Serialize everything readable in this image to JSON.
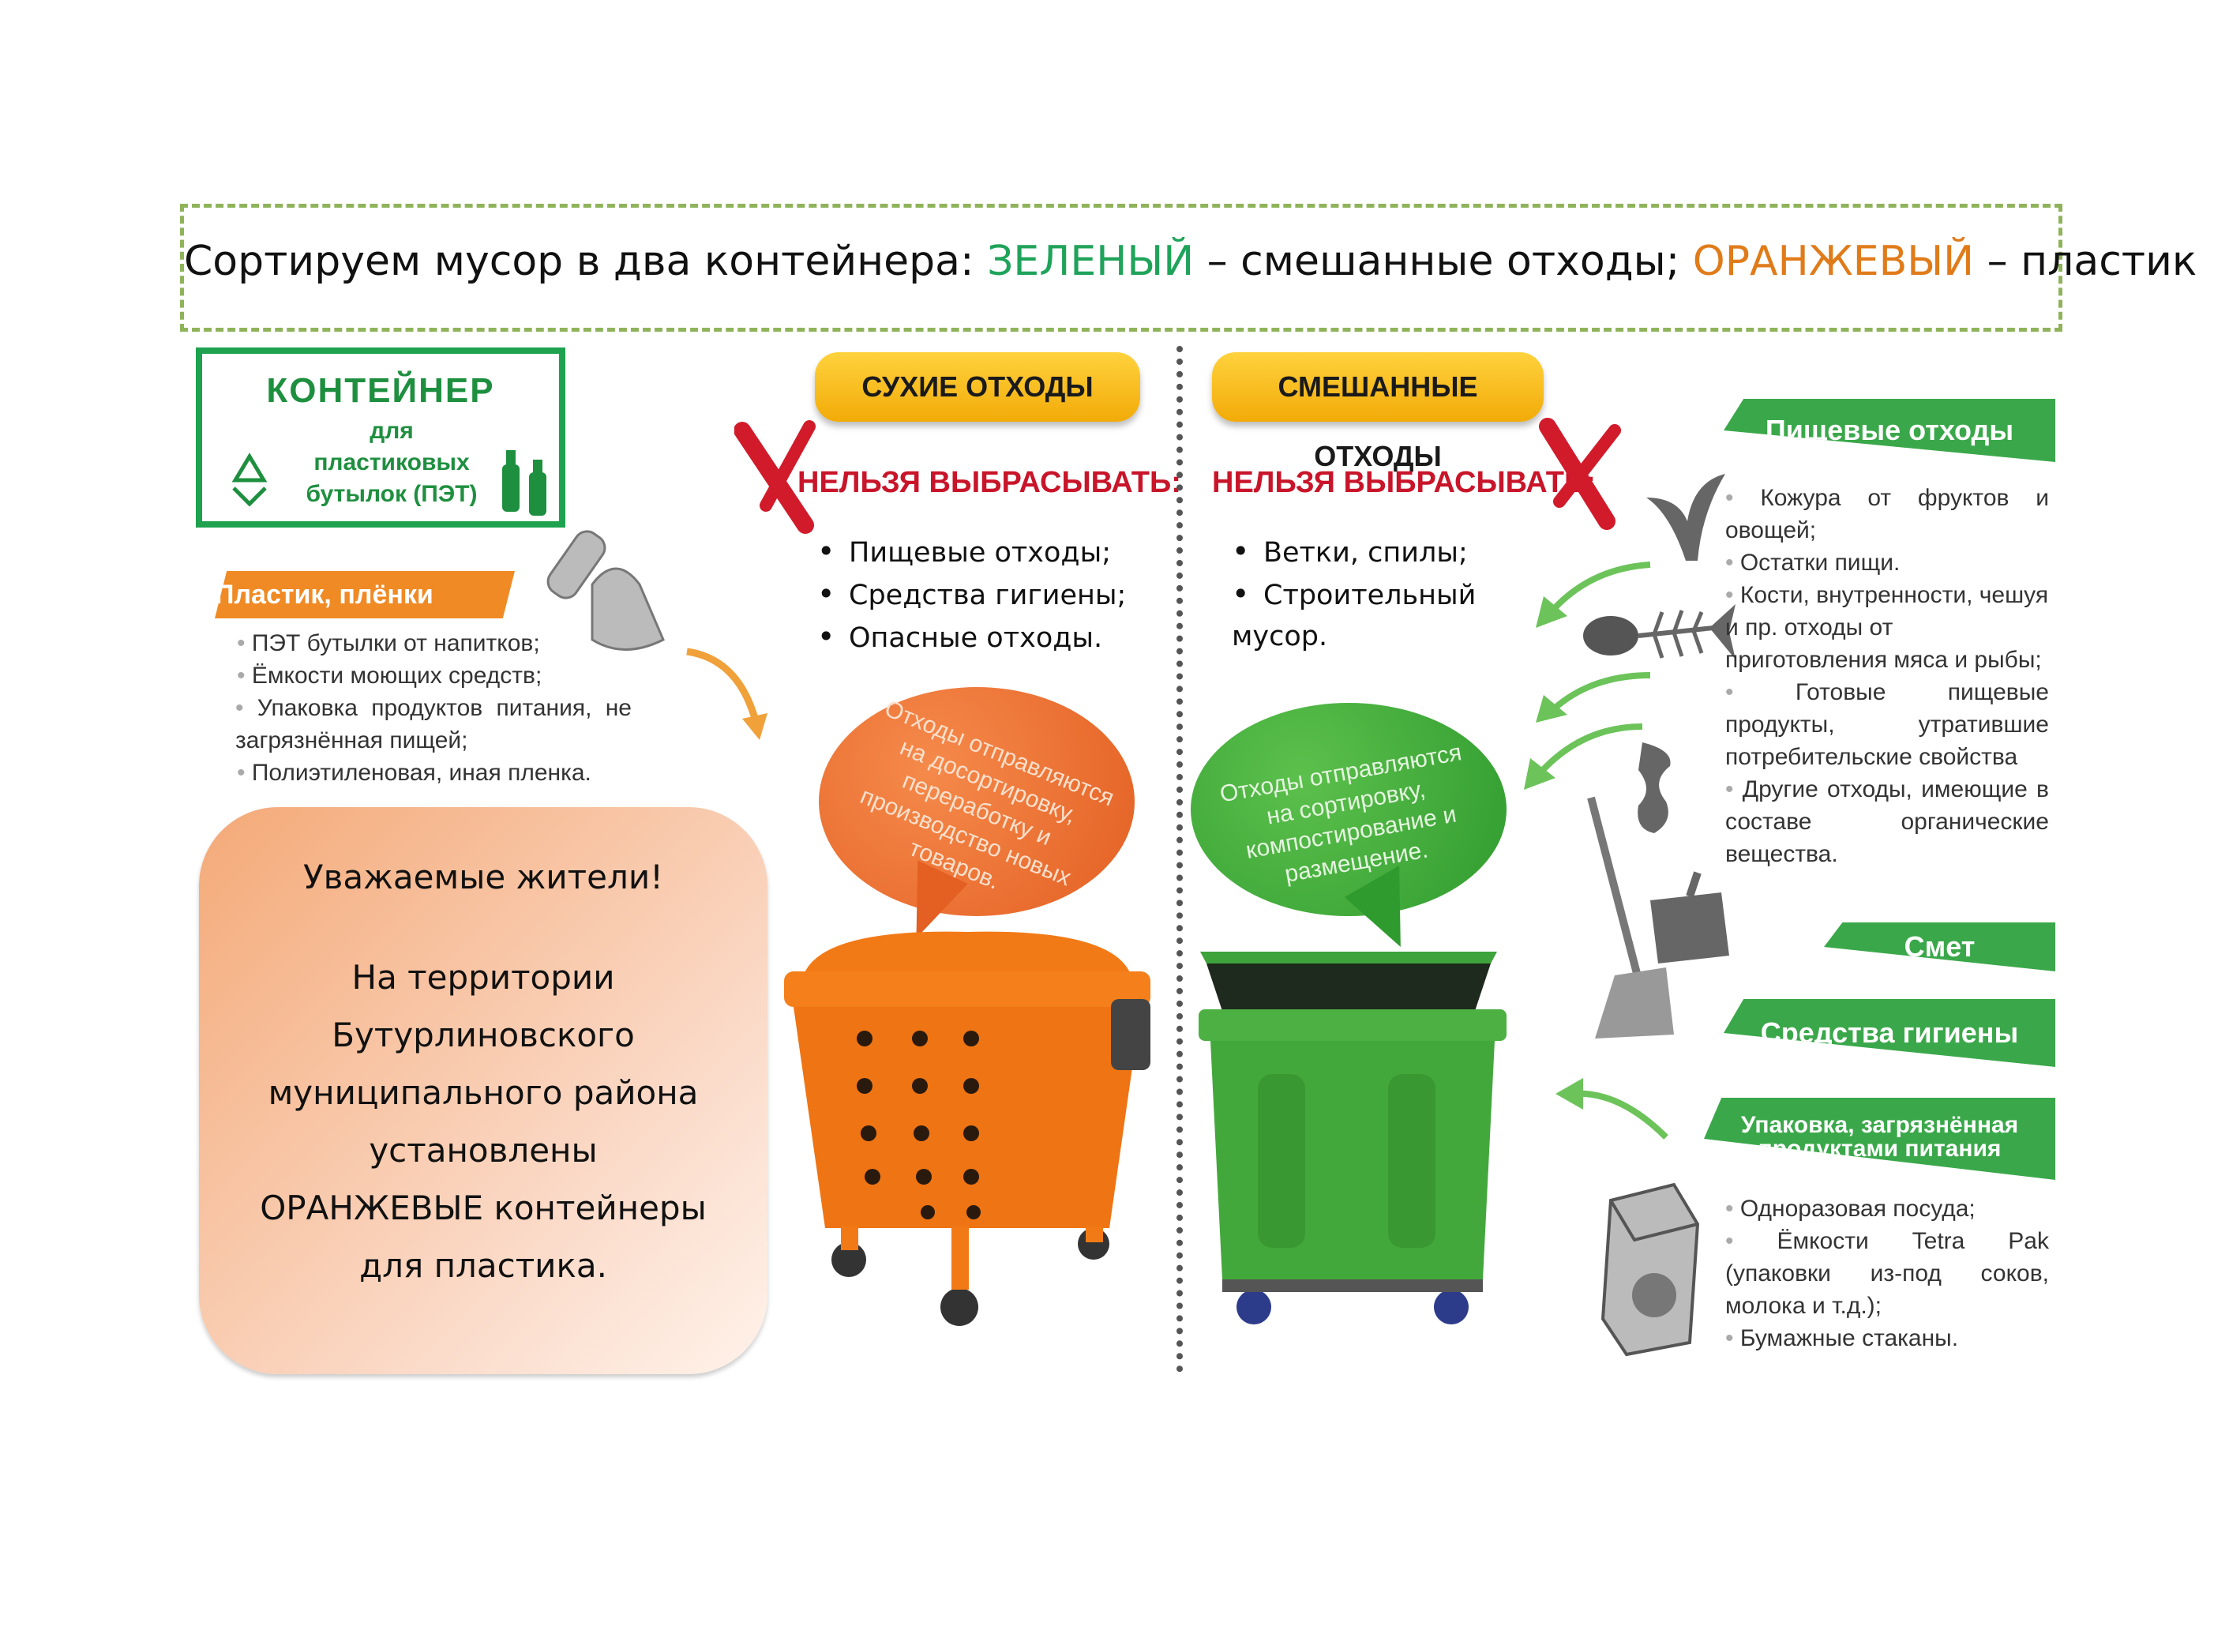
{
  "header": {
    "prefix": "Сортируем мусор в два контейнера: ",
    "green_word": "ЗЕЛЕНЫЙ",
    "middle": " – смешанные отходы; ",
    "orange_word": "ОРАНЖЕВЫЙ",
    "suffix": " – пластик"
  },
  "container_label": {
    "title": "КОНТЕЙНЕР",
    "subtitle": "для пластиковых бутылок (ПЭТ)"
  },
  "dry": {
    "title": "СУХИЕ ОТХОДЫ",
    "forbidden": "НЕЛЬЗЯ ВЫБРАСЫВАТЬ:",
    "items": [
      "Пищевые отходы;",
      "Средства гигиены;",
      "Опасные отходы."
    ],
    "bubble": "Отходы отправляются на досортировку, переработку и производство новых товаров."
  },
  "mixed": {
    "title": "СМЕШАННЫЕ ОТХОДЫ",
    "forbidden": "НЕЛЬЗЯ ВЫБРАСЫВАТЬ:",
    "items": [
      "Ветки, спилы;",
      "Строительный мусор."
    ],
    "bubble": "Отходы отправляются на сортировку, компостирование и размещение."
  },
  "plastic": {
    "ribbon": "Пластик, плёнки",
    "items": [
      "ПЭТ бутылки от напитков;",
      "Ёмкости моющих средств;",
      "Упаковка продуктов питания, не загрязнённая пищей;",
      "Полиэтиленовая, иная пленка."
    ]
  },
  "food": {
    "ribbon": "Пищевые отходы",
    "items": [
      "Кожура от фруктов и овощей;",
      "Остатки пищи.",
      "Кости, внутренности, чешуя и пр. отходы от приготовления мяса и рыбы;",
      "Готовые пищевые продукты, утратившие потребительские свойства",
      "Другие отходы, имеющие в составе органические вещества."
    ]
  },
  "smet": {
    "ribbon": "Смет"
  },
  "hygiene": {
    "ribbon": "Средства гигиены"
  },
  "packaging": {
    "ribbon_line1": "Упаковка, загрязнённая",
    "ribbon_line2": "продуктами питания",
    "items": [
      "Одноразовая посуда;",
      "Ёмкости Tetra Pak (упаковки из-под соков, молока и т.д.);",
      "Бумажные стаканы."
    ]
  },
  "message": {
    "greeting": "Уважаемые жители!",
    "body": [
      "На территории",
      "Бутурлиновского",
      "муниципального района",
      "установлены",
      "ОРАНЖЕВЫЕ контейнеры",
      "для пластика."
    ]
  },
  "colors": {
    "green": "#1fa35a",
    "orange": "#e07b1a",
    "forbidden_red": "#c8152a"
  },
  "icons": [
    "recycle-icon",
    "bottle-icon",
    "plastic-bag-icon",
    "banana-peel-icon",
    "fish-bone-icon",
    "apple-core-icon",
    "broom-icon",
    "dustpan-icon",
    "tetra-pak-icon",
    "red-cross-icon",
    "arrow-icon"
  ]
}
